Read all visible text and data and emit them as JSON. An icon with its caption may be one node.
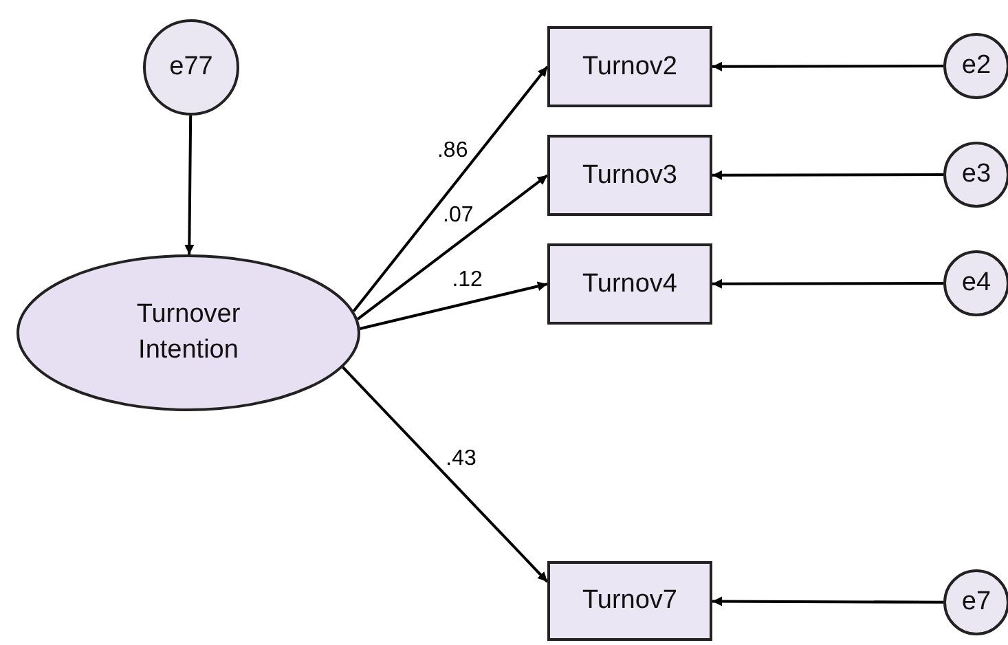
{
  "diagram": {
    "nodes": [
      {
        "text": [
          "e77"
        ]
      },
      {
        "text": [
          "Turnover Intention"
        ]
      },
      {
        "text": [
          "Turnov2"
        ]
      },
      {
        "text": [
          "Turnov3"
        ]
      },
      {
        "text": [
          "Turnov4"
        ]
      },
      {
        "text": [
          "Turnov7"
        ]
      },
      {
        "text": [
          "e2"
        ]
      },
      {
        "text": [
          "e3"
        ]
      },
      {
        "text": [
          "e4"
        ]
      },
      {
        "text": [
          "e7"
        ]
      }
    ],
    "edges": [
      {
        "from": 0,
        "to": 1,
        "arrow": "to"
      },
      {
        "from": 1,
        "to": 2,
        "arrow": "to",
        "label": ".86"
      },
      {
        "from": 1,
        "to": 3,
        "arrow": "to",
        "label": ".07"
      },
      {
        "from": 1,
        "to": 4,
        "arrow": "to",
        "label": ".12"
      },
      {
        "from": 1,
        "to": 5,
        "arrow": "to",
        "label": ".43"
      },
      {
        "from": 6,
        "to": 2,
        "arrow": "to"
      },
      {
        "from": 7,
        "to": 3,
        "arrow": "to"
      },
      {
        "from": 8,
        "to": 4,
        "arrow": "to"
      },
      {
        "from": 9,
        "to": 5,
        "arrow": "to"
      }
    ]
  }
}
